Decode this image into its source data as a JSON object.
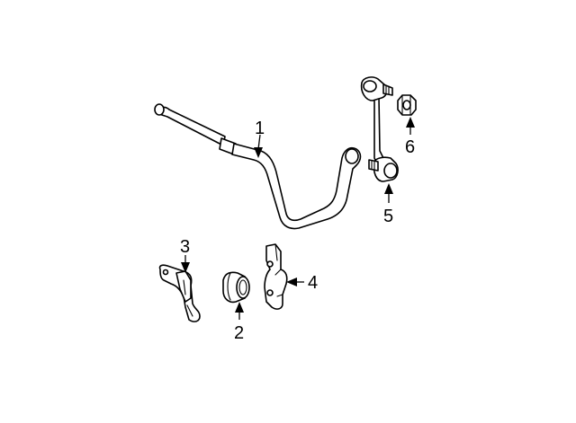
{
  "callouts": {
    "c1": "1",
    "c2": "2",
    "c3": "3",
    "c4": "4",
    "c5": "5",
    "c6": "6"
  },
  "colors": {
    "line": "#000000",
    "fill": "#ffffff",
    "background": "#ffffff"
  }
}
